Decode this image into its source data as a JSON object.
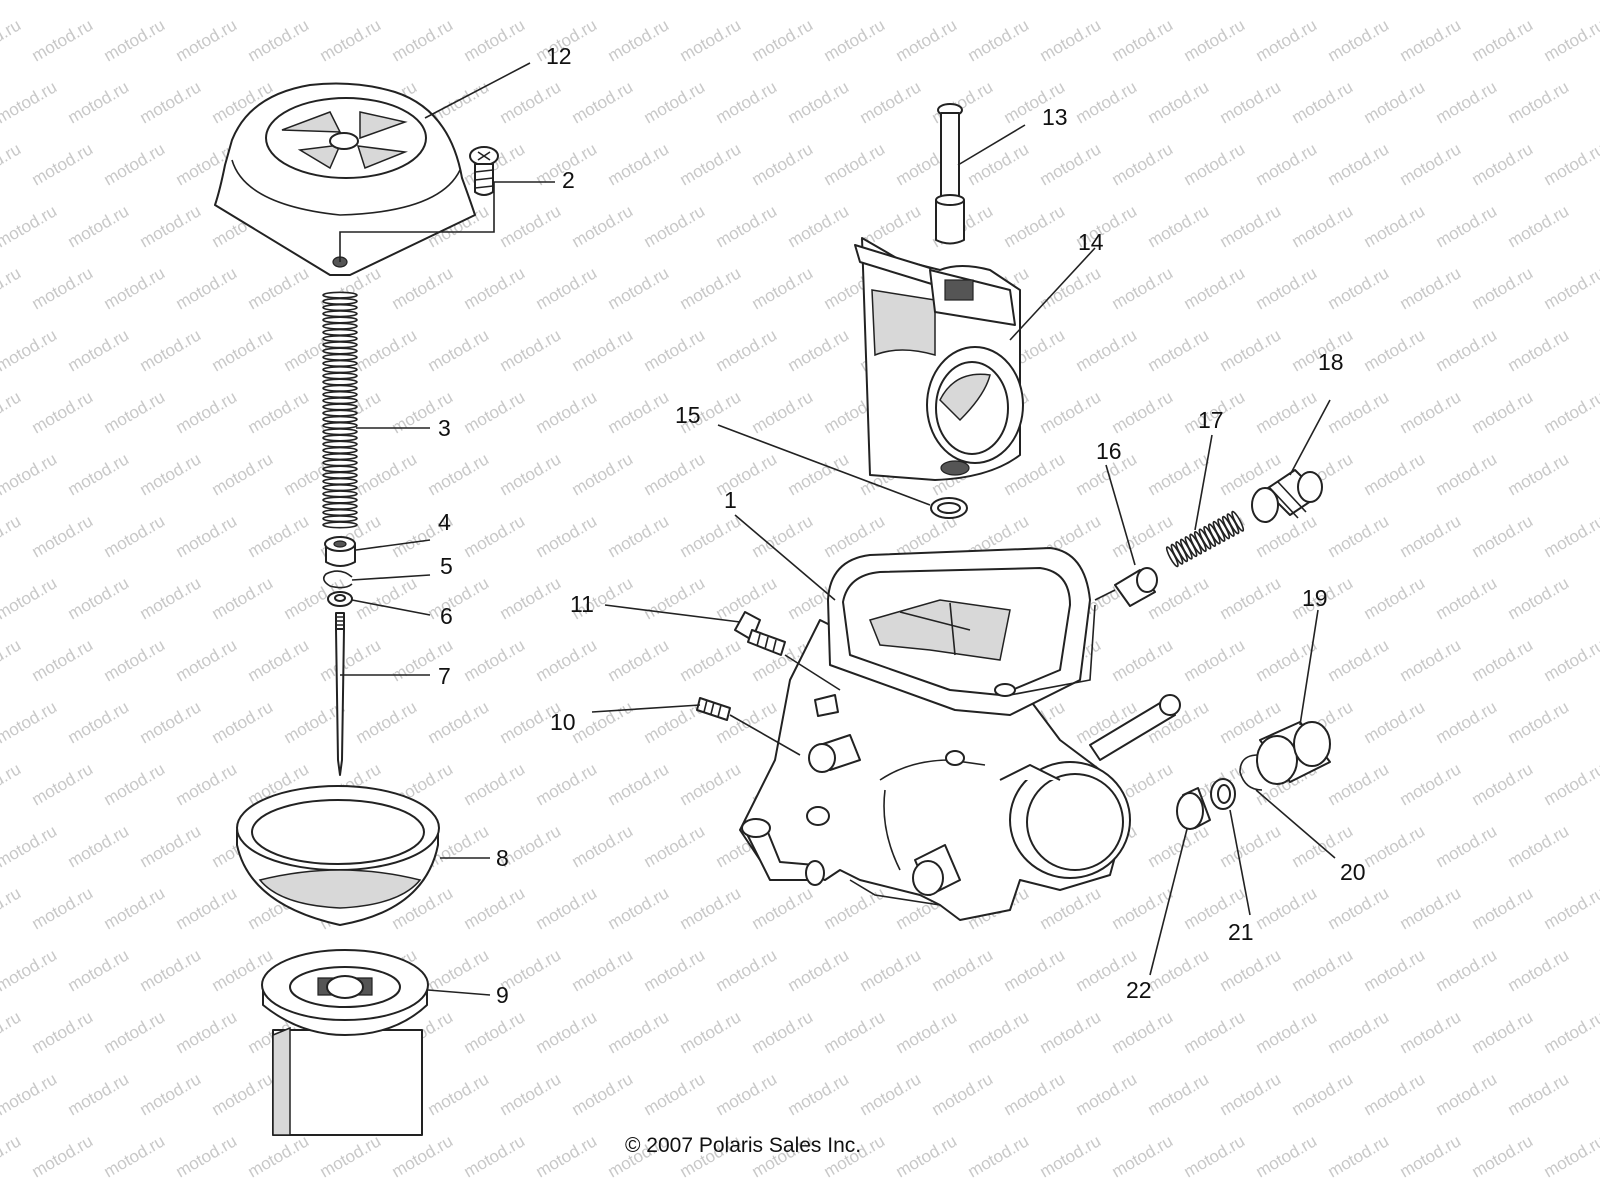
{
  "watermark": "motod.ru",
  "copyright": "© 2007 Polaris Sales Inc.",
  "callouts": [
    "1",
    "2",
    "3",
    "4",
    "5",
    "6",
    "7",
    "8",
    "9",
    "10",
    "11",
    "12",
    "13",
    "14",
    "15",
    "16",
    "17",
    "18",
    "19",
    "20",
    "21",
    "22"
  ]
}
